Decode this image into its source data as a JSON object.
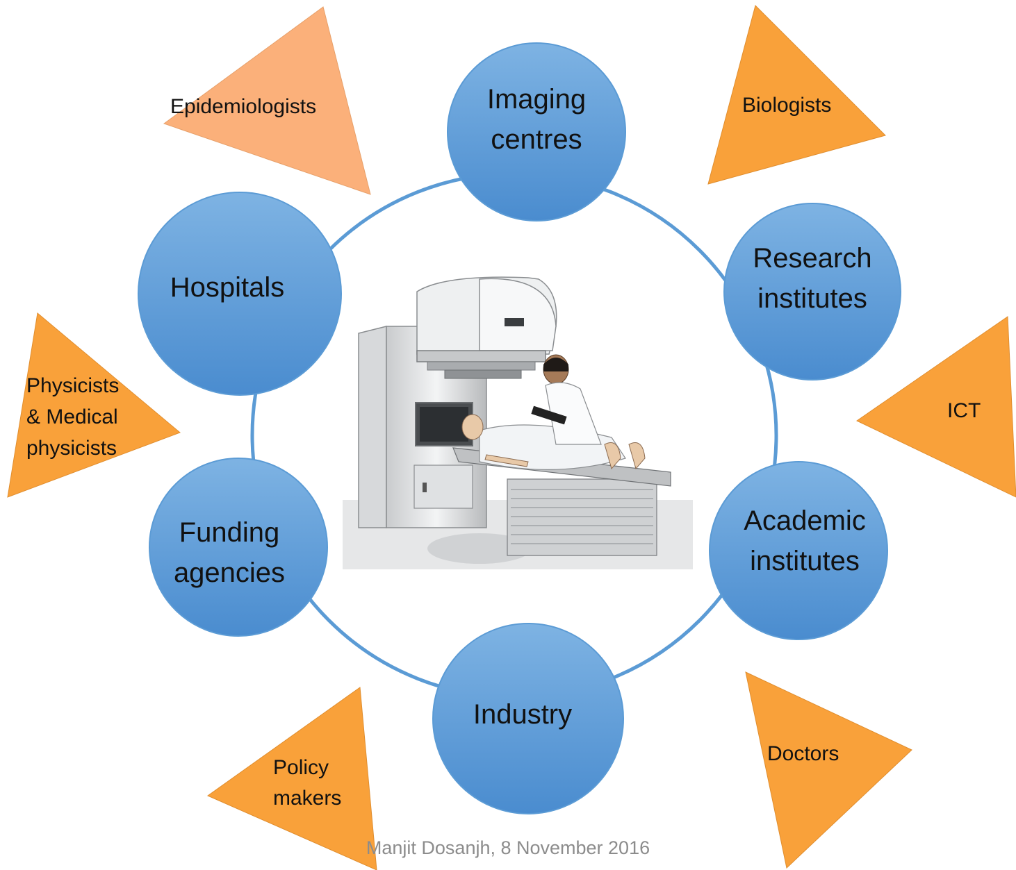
{
  "colors": {
    "circle_fill": "#5b9bd5",
    "circle_fill_light": "#7eb3e3",
    "ring": "#5b9bd5",
    "triangle_orange": "#f9a13a",
    "triangle_light_orange": "#fbb07a",
    "footer_text": "#8c8c8c"
  },
  "circles": {
    "imaging": {
      "line1": "Imaging",
      "line2": "centres"
    },
    "research": {
      "line1": "Research",
      "line2": "institutes"
    },
    "academic": {
      "line1": "Academic",
      "line2": "institutes"
    },
    "industry": {
      "line1": "Industry"
    },
    "funding": {
      "line1": "Funding",
      "line2": "agencies"
    },
    "hospitals": {
      "line1": "Hospitals"
    }
  },
  "triangles": {
    "epidemiologists": "Epidemiologists",
    "biologists": "Biologists",
    "ict": "ICT",
    "doctors": "Doctors",
    "policy": {
      "line1": "Policy",
      "line2": "makers"
    },
    "physicists": {
      "line1": "Physicists",
      "line2": "& Medical",
      "line3": "physicists"
    }
  },
  "center_image": {
    "icon": "radiotherapy-linac-illustration"
  },
  "footer": "Manjit Dosanjh, 8 November 2016"
}
